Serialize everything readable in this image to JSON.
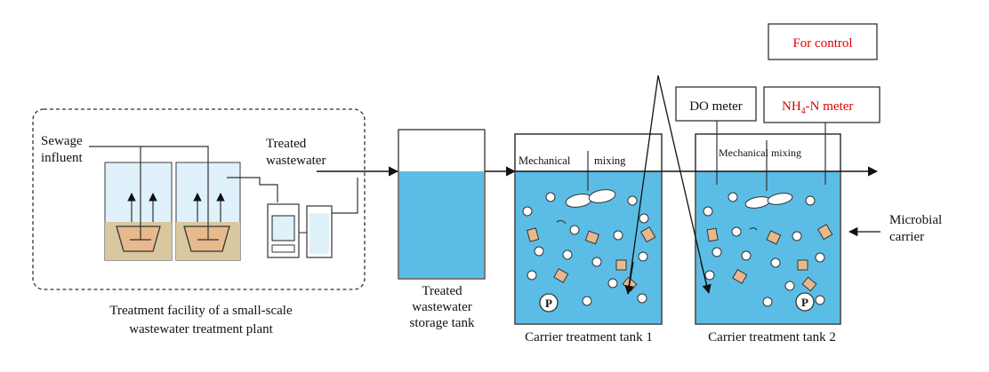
{
  "labels": {
    "sewage_line1": "Sewage",
    "sewage_line2": "influent",
    "treated_line1": "Treated",
    "treated_line2": "wastewater",
    "facility_line1": "Treatment facility of a small-scale",
    "facility_line2": "wastewater treatment plant",
    "storage_line1": "Treated",
    "storage_line2": "wastewater",
    "storage_line3": "storage tank",
    "mixing1_a": "Mechanical",
    "mixing1_b": "mixing",
    "mixing2": "Mechanical mixing",
    "tank1": "Carrier treatment tank 1",
    "tank2": "Carrier treatment tank 2",
    "do_meter": "DO meter",
    "nh4_main": "NH",
    "nh4_sub": "4",
    "nh4_rest": "-N meter",
    "for_control": "For control",
    "carrier_line1": "Microbial",
    "carrier_line2": "carrier",
    "pump1": "P",
    "pump2": "P"
  },
  "colors": {
    "water": "#5bbde6",
    "water_light": "#dff1fa",
    "sludge": "#d9c7a0",
    "carrier": "#e8b98c",
    "control_text": "#e00000"
  }
}
